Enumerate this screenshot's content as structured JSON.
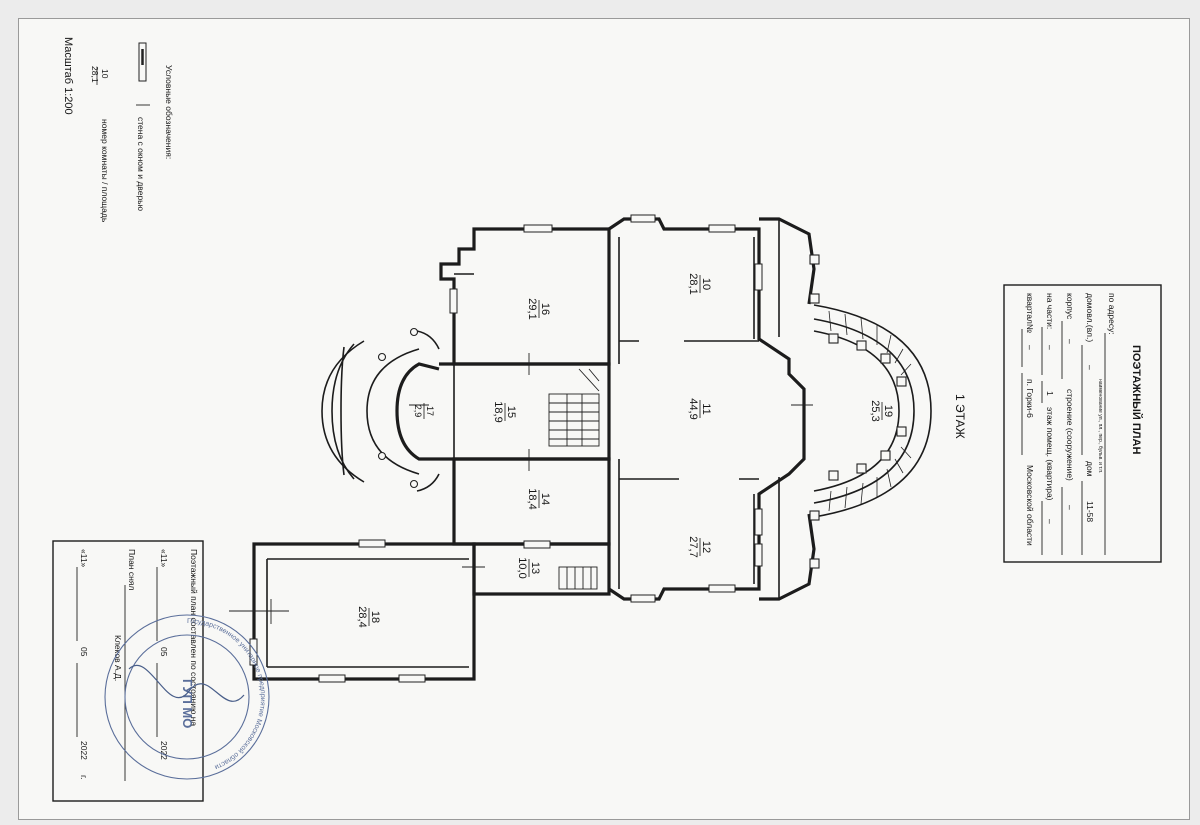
{
  "legend": {
    "title": "Условные обозначения:",
    "wall_label": "стена с окном и дверью",
    "room_number": "10",
    "room_area": "28,1",
    "room_label": "номер комнаты / площадь",
    "scale": "Масштаб 1:200"
  },
  "floor_label": "1 ЭТАЖ",
  "title_block": {
    "title": "ПОЭТАЖНЫЙ ПЛАН",
    "address_label": "по адресу:",
    "address_hint": "наименование ул., пл., пер., бульв. и т.п.",
    "house_label": "дом",
    "house_value": "11-58",
    "building_label": "домовл.(вл.)",
    "building_value": "–",
    "korpus_label": "корпус",
    "korpus_value": "–",
    "stroenie_label": "строение (сооружение)",
    "stroenie_value": "–",
    "part_label": "на части:",
    "part_value": "–",
    "floor_label": "этаж помещ. (квартира)",
    "floor_value": "1",
    "floor_extra": "–",
    "quarter_label": "квартал№",
    "quarter_value": "–",
    "locality": "п. Горки-6",
    "region": "Московской области"
  },
  "rooms": [
    {
      "num": "10",
      "area": "28,1"
    },
    {
      "num": "11",
      "area": "44,9"
    },
    {
      "num": "12",
      "area": "27,7"
    },
    {
      "num": "13",
      "area": "10,0"
    },
    {
      "num": "14",
      "area": "18,4"
    },
    {
      "num": "15",
      "area": "18,9"
    },
    {
      "num": "16",
      "area": "29,1"
    },
    {
      "num": "17",
      "area": "2,9"
    },
    {
      "num": "18",
      "area": "28,4"
    },
    {
      "num": "19",
      "area": "25,3"
    }
  ],
  "signature_block": {
    "statement": "Поэтажный план составлен по состоянию на",
    "date1_day": "«11»",
    "date1_month": "05",
    "date1_year": "2022",
    "plan_label": "План снял",
    "surveyor": "Клеков А.Д.",
    "date2_day": "«11»",
    "date2_month": "05",
    "date2_year": "2022",
    "year_suffix": "г."
  },
  "stamp": {
    "ring_text": "Государственное унитарное предприятие Московской области",
    "center_text": "ГУП МО"
  }
}
